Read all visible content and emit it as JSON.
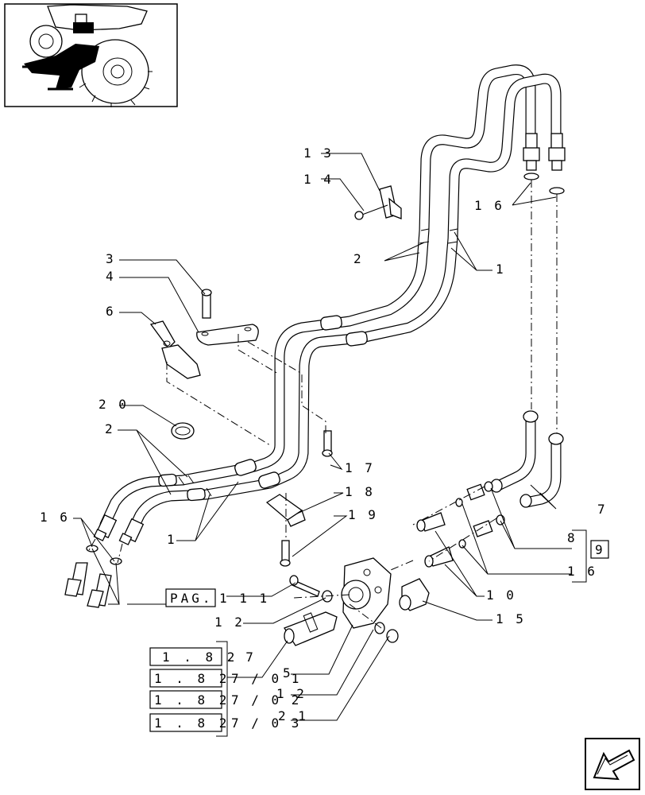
{
  "callouts": {
    "c1_top": "1",
    "c1_bottom": "1",
    "c2_top": "2",
    "c2_bottom": "2",
    "c3": "3",
    "c4": "4",
    "c5": "5",
    "c6": "6",
    "c7": "7",
    "c8": "8",
    "c9": "9",
    "c10": "1 0",
    "c12_a": "1 2",
    "c12_b": "1 2",
    "c13": "1 3",
    "c14": "1 4",
    "c15": "1 5",
    "c16_top": "1 6",
    "c16_left": "1 6",
    "c16_right": "1 6",
    "c17": "1 7",
    "c18": "1 8",
    "c19": "1 9",
    "c20": "2 0",
    "c21": "2 1"
  },
  "page_ref": {
    "box": "PAG.",
    "number": "1 1 1"
  },
  "section_refs": [
    {
      "box": "1 . 8 2",
      "suffix": ". 7"
    },
    {
      "box": "1 . 8 2",
      "suffix": "7 / 0 1"
    },
    {
      "box": "1 . 8 2",
      "suffix": "7 / 0 2"
    },
    {
      "box": "1 . 8 2",
      "suffix": "7 / 0 3"
    }
  ],
  "icons": {
    "thumbnail": "tractor-rear-thumbnail",
    "navigation": "next-page-arrow-icon"
  }
}
